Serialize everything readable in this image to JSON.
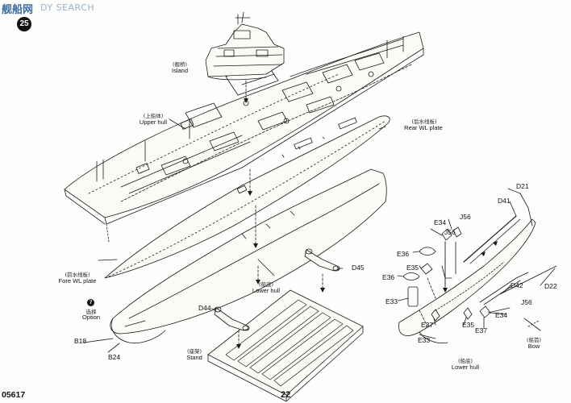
{
  "watermark": {
    "logo_text": "舰船网",
    "text": "DY SEARCH"
  },
  "step": {
    "number": "25"
  },
  "labels": {
    "island": {
      "cn": "(舰桥)",
      "en": "Island"
    },
    "upper_hull": {
      "cn": "(上船体)",
      "en": "Upper hull"
    },
    "rear_wl": {
      "cn": "(后水线板)",
      "en": "Rear WL plate"
    },
    "fore_wl": {
      "cn": "(前水线板)",
      "en": "Fore WL plate"
    },
    "lower_hull_main": {
      "cn": "(船底)",
      "en": "Lower hull"
    },
    "option": {
      "marker": "7",
      "cn": "选择",
      "en": "Option"
    },
    "stand": {
      "cn": "(座架)",
      "en": "Stand"
    },
    "lower_hull_detail": {
      "cn": "(船底)",
      "en": "Lower hull"
    },
    "bow": {
      "cn": "(船首)",
      "en": "Bow"
    }
  },
  "parts": {
    "b18": "B18",
    "b24": "B24",
    "d44": "D44",
    "d45": "D45",
    "d21": "D21",
    "d41": "D41",
    "e34_top": "E34",
    "j56_top": "J56",
    "j56_mid": "J56",
    "e36_top": "E36",
    "e35_top": "E35",
    "e36_mid": "E36",
    "e33_top": "E33",
    "e37_left": "E37",
    "e35_bottom": "E35",
    "e37_right": "E37",
    "e33_bottom": "E33",
    "d42": "D42",
    "d22": "D22",
    "j56_right": "J56",
    "e34_right": "E34"
  },
  "footer": {
    "product_code": "05617",
    "page_number": "22"
  },
  "colors": {
    "line": "#1a1a1a",
    "paper": "#fdfdfb",
    "watermark": "#9bb3c9",
    "step_fill": "#111111"
  }
}
